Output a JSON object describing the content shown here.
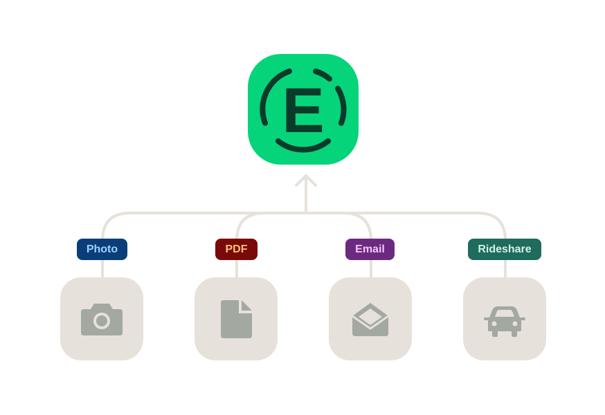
{
  "colors": {
    "connector": "#e6e1da",
    "tile_bg": "#e6e1da",
    "tile_icon": "#a3a8a0",
    "app_bg": "#05d47a",
    "app_mark": "#0c3a2a"
  },
  "app": {
    "letter": "E",
    "icon": "expensify-logo-icon"
  },
  "sources": [
    {
      "label": "Photo",
      "icon": "camera-icon",
      "bg": "#0a3e78",
      "fg": "#9fd0ff"
    },
    {
      "label": "PDF",
      "icon": "document-icon",
      "bg": "#7a0a0a",
      "fg": "#f6c27e"
    },
    {
      "label": "Email",
      "icon": "envelope-open-icon",
      "bg": "#6b2a80",
      "fg": "#f0c8f5"
    },
    {
      "label": "Rideshare",
      "icon": "car-icon",
      "bg": "#1f6b5e",
      "fg": "#d2f2e6"
    }
  ]
}
